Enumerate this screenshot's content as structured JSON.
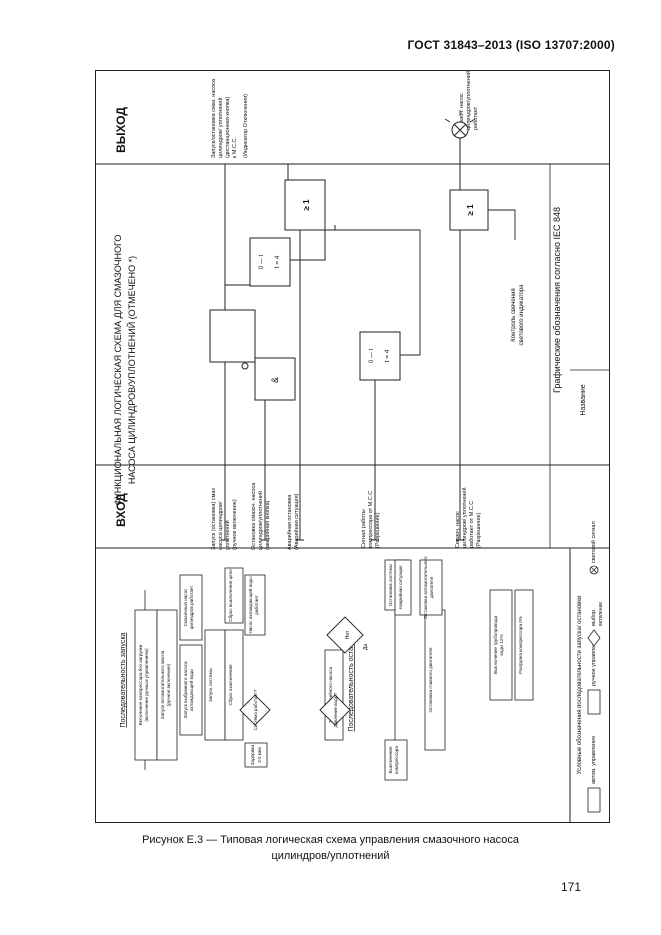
{
  "header": {
    "standard": "ГОСТ 31843–2013 (ISO 13707:2000)"
  },
  "diagram": {
    "title_line1": "ФУНКЦИОНАЛЬНАЯ ЛОГИЧЕСКАЯ СХЕМА ДЛЯ СМАЗОЧНОГО",
    "title_line2": "НАСОСА ЦИЛИНДРОВ/УПЛОТНЕНИЙ (ОТМЕЧЕНО *)",
    "input_heading": "ВХОД",
    "output_heading": "ВЫХОД",
    "name_heading": "Название",
    "iec_note": "Графические обозначения согласно IEC 848",
    "inputs": [
      [
        "Запуск (остановка) смаз",
        "насоса цилиндров/",
        "уплотнений",
        "(ручное включение)"
      ],
      [
        "Остановка смазоч. насоса",
        "цилиндров/уплотнений",
        "(аварийная кнопка)"
      ],
      [
        "Аварийная остановка",
        "(Аварийная ситуация)"
      ],
      [
        "Сигнал работы",
        "компрессора от М.С.С",
        "(Разрешение)"
      ],
      [
        "Смазоч. насос",
        "цилиндров/ уплотнений",
        "работает от М.С.С",
        "(Разрешение)"
      ]
    ],
    "outputs": [
      [
        "Запуск/остановка смаз. насоса",
        "цилиндров/ уплотнений",
        "(дистанционная кнопка)",
        "к М.С.С."
      ],
      [
        "(Индикатор Отключения)"
      ],
      [
        "Смазоч. насос",
        "цилиндров/уплотнений",
        "работает"
      ]
    ],
    "gates": {
      "and_sym": "&",
      "or_sym_a": "≥ 1",
      "or_sym_b": "≥ 1",
      "t1": "t = 4",
      "t2": "t = 4",
      "t1_top": "0 — t",
      "t2_top": "0 — t"
    },
    "indicator_label": [
      "Контроль свечения",
      "светового индикатора"
    ],
    "flow": {
      "section1_title": "Последовательность запуска",
      "section2_title": "Последовательность остановки",
      "boxes": [
        [
          "Включение компрессора без нагрузки",
          "(включение ручным управлением)"
        ],
        [
          "Запуск вспомогательного масла",
          "(ручное включение)"
        ],
        [
          "Запуск выбранного насоса",
          "охлаждающей воды"
        ],
        [
          "Смазочный насос",
          "цилиндров работает"
        ],
        [
          "Запуск системы"
        ],
        [
          "Сброс выключения"
        ],
        [
          "Сброс выключения цепи"
        ],
        [
          "Насос охлаждающей воды",
          "работает"
        ],
        [
          "Запуск аварийного насоса"
        ],
        [
          "Выключение",
          "компрессора"
        ],
        [
          "Остановка системы"
        ],
        [
          "Остановка главного двигателя"
        ],
        [
          "Аварийная ситуация"
        ],
        [
          "Остановка вспомогательного",
          "двигателя"
        ],
        [
          "Выключение трубопровода",
          "воды 12%"
        ],
        [
          "Разгрузка компрессора 0%"
        ]
      ],
      "diamonds": [
        "Система работает?",
        "Давление воды?",
        "Нет",
        "Да"
      ],
      "timers": [
        "Задержка",
        "3-5 мин"
      ]
    },
    "legend": {
      "title": "Условные обозначения последовательности запуска/ остановки",
      "auto": "автом. управление",
      "manual": "ручное управление",
      "select": "выбор",
      "alt": "ветвление",
      "lamp": "световой сигнал"
    }
  },
  "caption": {
    "line1": "Рисунок Е.3 — Типовая логическая схема управления смазочного насоса",
    "line2": "цилиндров/уплотнений"
  },
  "page_number": "171"
}
